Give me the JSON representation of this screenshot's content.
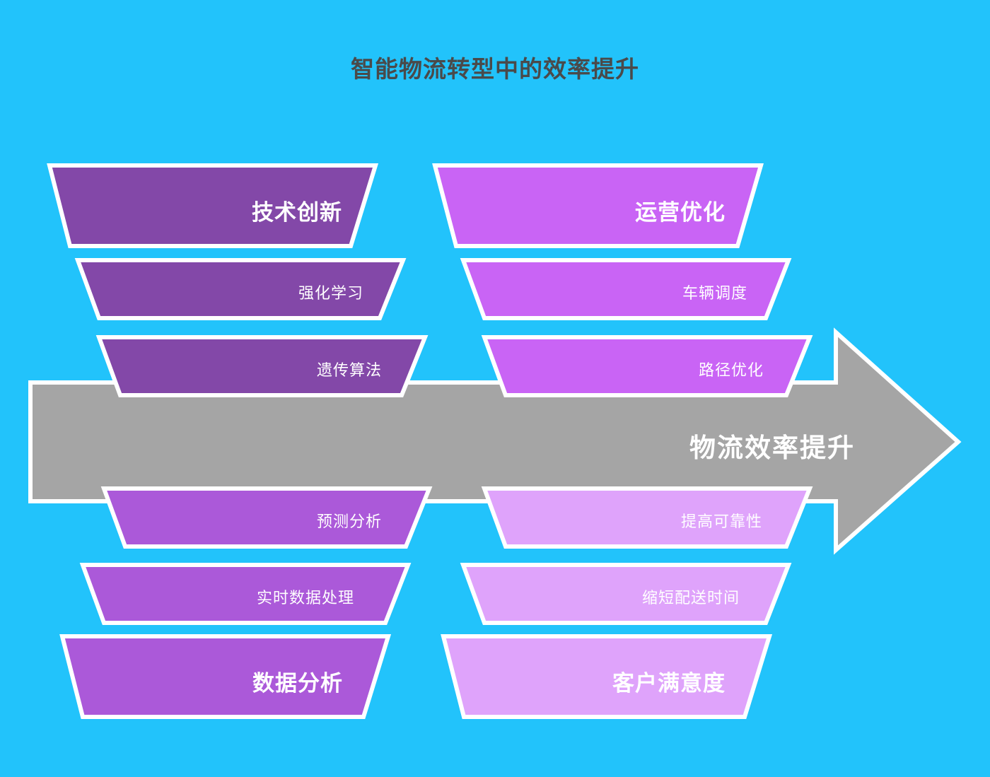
{
  "diagram": {
    "title": "智能物流转型中的效率提升",
    "type": "fishbone",
    "background_color": "#22c3fb",
    "title_color": "#4a4a4a",
    "spine": {
      "label": "物流效率提升",
      "color": "#a5a5a5",
      "outline_color": "#ffffff",
      "direction": "right"
    },
    "branches": [
      {
        "position": "top-left",
        "header": "技术创新",
        "color": "#8348a8",
        "items": [
          "强化学习",
          "遗传算法"
        ]
      },
      {
        "position": "top-right",
        "header": "运营优化",
        "color": "#c964f5",
        "items": [
          "车辆调度",
          "路径优化"
        ]
      },
      {
        "position": "bottom-left",
        "header": "数据分析",
        "color": "#ab59d9",
        "items": [
          "预测分析",
          "实时数据处理"
        ]
      },
      {
        "position": "bottom-right",
        "header": "客户满意度",
        "color": "#dfa3fb",
        "items": [
          "提高可靠性",
          "缩短配送时间"
        ]
      }
    ]
  },
  "chart_data": {
    "type": "diagram",
    "title": "智能物流转型中的效率提升",
    "outcome": "物流效率提升",
    "categories": [
      {
        "name": "技术创新",
        "causes": [
          "强化学习",
          "遗传算法"
        ]
      },
      {
        "name": "运营优化",
        "causes": [
          "车辆调度",
          "路径优化"
        ]
      },
      {
        "name": "数据分析",
        "causes": [
          "预测分析",
          "实时数据处理"
        ]
      },
      {
        "name": "客户满意度",
        "causes": [
          "提高可靠性",
          "缩短配送时间"
        ]
      }
    ]
  }
}
